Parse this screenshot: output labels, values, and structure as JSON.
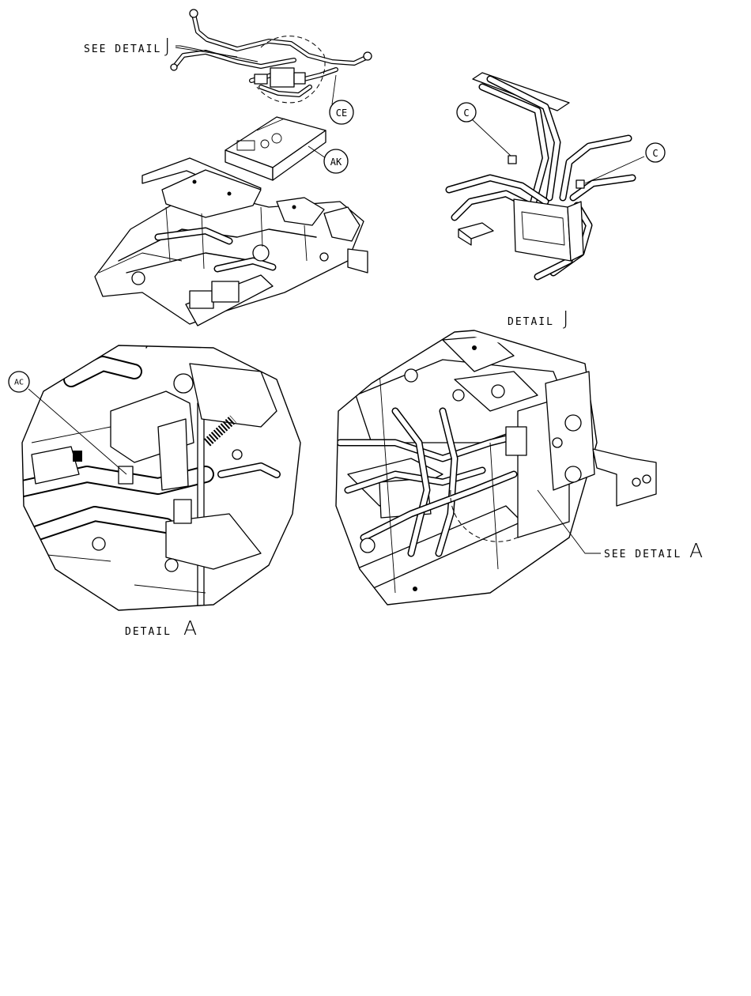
{
  "labels": {
    "see_detail_j": "SEE DETAIL",
    "see_detail_j_letter": "J",
    "detail_j": "DETAIL",
    "detail_j_letter": "J",
    "detail_a": "DETAIL",
    "detail_a_letter": "A",
    "see_detail_a": "SEE DETAIL",
    "see_detail_a_letter": "A"
  },
  "callouts": {
    "ce": "CE",
    "ak": "AK",
    "c_left": "C",
    "c_right": "C",
    "ac": "AC"
  },
  "colors": {
    "ink": "#000000",
    "paper": "#ffffff"
  }
}
